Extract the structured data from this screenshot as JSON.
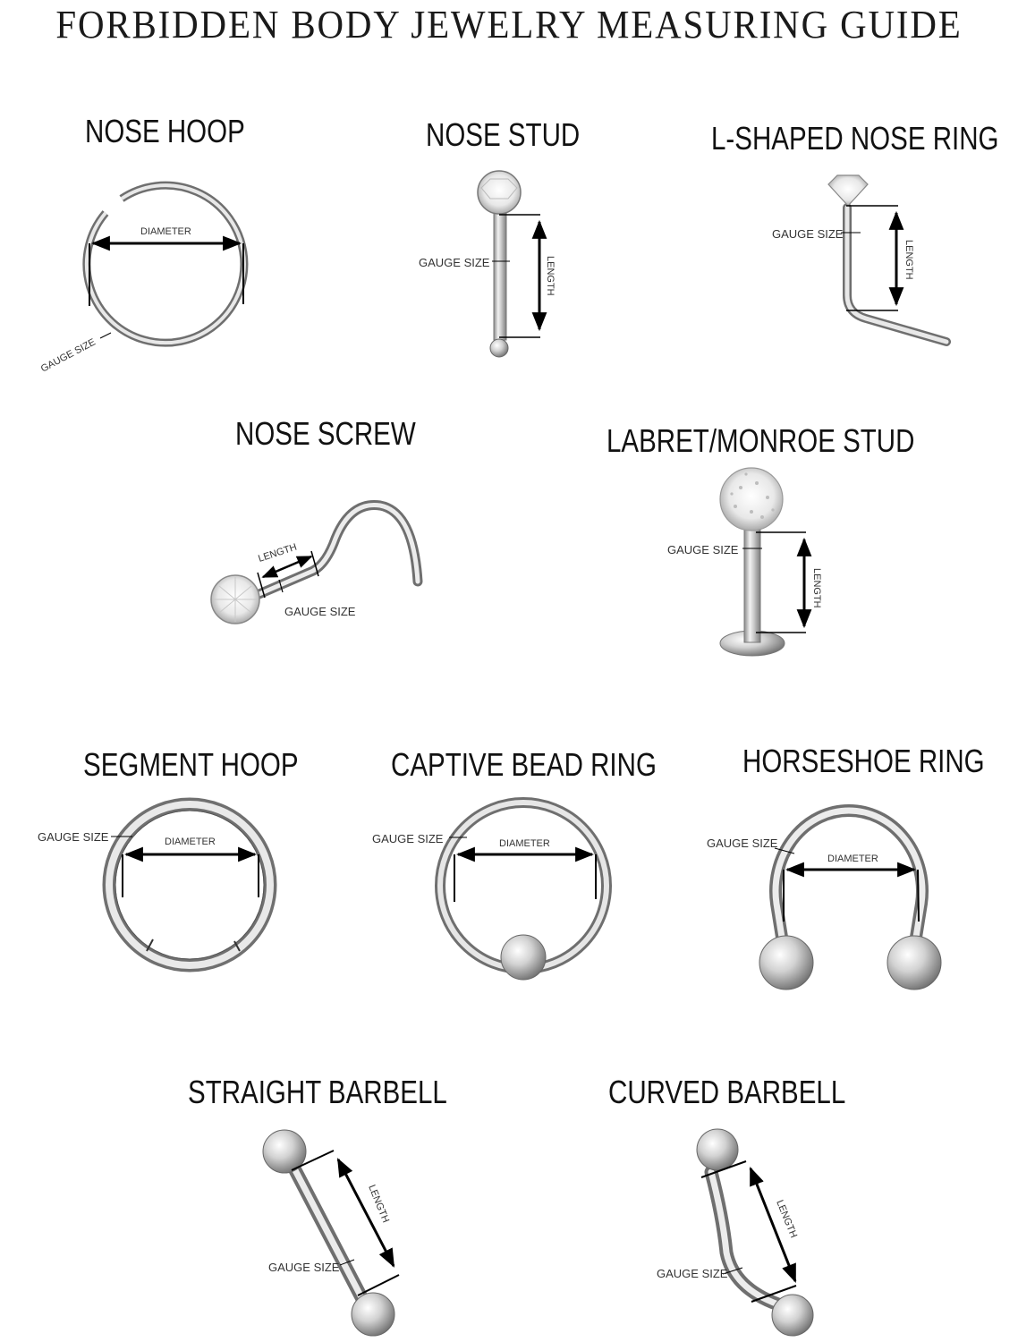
{
  "page": {
    "title": "FORBIDDEN BODY JEWELRY MEASURING GUIDE"
  },
  "labels": {
    "diameter": "DIAMETER",
    "gauge": "GAUGE SIZE",
    "length": "LENGTH"
  },
  "items": [
    {
      "id": "nose-hoop",
      "title": "NOSE HOOP",
      "measurements": [
        "DIAMETER",
        "GAUGE SIZE"
      ]
    },
    {
      "id": "nose-stud",
      "title": "NOSE STUD",
      "measurements": [
        "GAUGE SIZE",
        "LENGTH"
      ]
    },
    {
      "id": "l-shaped-nose-ring",
      "title": "L-SHAPED NOSE RING",
      "measurements": [
        "GAUGE SIZE",
        "LENGTH"
      ]
    },
    {
      "id": "nose-screw",
      "title": "NOSE SCREW",
      "measurements": [
        "LENGTH",
        "GAUGE SIZE"
      ]
    },
    {
      "id": "labret-monroe-stud",
      "title": "LABRET/MONROE STUD",
      "measurements": [
        "GAUGE SIZE",
        "LENGTH"
      ]
    },
    {
      "id": "segment-hoop",
      "title": "SEGMENT HOOP",
      "measurements": [
        "GAUGE SIZE",
        "DIAMETER"
      ]
    },
    {
      "id": "captive-bead-ring",
      "title": "CAPTIVE BEAD RING",
      "measurements": [
        "GAUGE SIZE",
        "DIAMETER"
      ]
    },
    {
      "id": "horseshoe-ring",
      "title": "HORSESHOE  RING",
      "measurements": [
        "GAUGE SIZE",
        "DIAMETER"
      ]
    },
    {
      "id": "straight-barbell",
      "title": "STRAIGHT BARBELL",
      "measurements": [
        "LENGTH",
        "GAUGE SIZE"
      ]
    },
    {
      "id": "curved-barbell",
      "title": "CURVED BARBELL",
      "measurements": [
        "LENGTH",
        "GAUGE SIZE"
      ]
    }
  ],
  "colors": {
    "background": "#ffffff",
    "text": "#111111",
    "metal_light": "#e6e6e6",
    "metal_mid": "#b8b8b8",
    "metal_dark": "#7a7a7a",
    "measure_line": "#000000"
  }
}
